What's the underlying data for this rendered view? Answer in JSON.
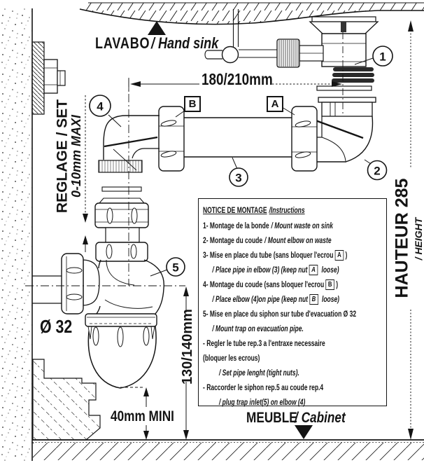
{
  "colors": {
    "ink": "#141414",
    "paper": "#ffffff"
  },
  "top": {
    "sink_label_fr": "LAVABO",
    "sink_label_en": "/ Hand sink"
  },
  "bottom": {
    "cabinet_label_fr": "MEUBLE",
    "cabinet_label_en": "/ Cabinet"
  },
  "dimensions": {
    "width": "180/210mm",
    "height_fr": "HAUTEUR 285",
    "height_en": "/ HEIGHT",
    "outlet_height": "130/140mm",
    "floor_clearance": "40mm MINI",
    "adjust_fr": "REGLAGE / SET",
    "adjust_en": "0-10mm MAXI",
    "pipe_diameter": "Ø 32"
  },
  "callouts": {
    "c1": "1",
    "c2": "2",
    "c3": "3",
    "c4": "4",
    "c5": "5",
    "nut_a": "A",
    "nut_b": "B"
  },
  "instructions": {
    "title_fr": "NOTICE DE MONTAGE",
    "title_en": "/Instructions",
    "step1_fr": "1- Montage de la bonde",
    "step1_en": "/ Mount waste on sink",
    "step2_fr": "2- Montage du coude",
    "step2_en": "/ Mount elbow on waste",
    "step3_fr": "3- Mise en place du tube (sans bloquer l'ecrou",
    "step3_fr_end": ")",
    "step3_en": "/ Place pipe in elbow (3) (keep nut",
    "step3_en_end": "loose)",
    "step4_fr": "4- Montage du coude (sans bloquer l'ecrou",
    "step4_fr_end": ")",
    "step4_en": "/ Place elbow (4)on pipe (keep nut",
    "step4_en_end": "loose)",
    "step5_fr": "5- Mise en place du siphon sur tube d'evacuation Ø 32",
    "step5_en": "/ Mount trap on evacuation pipe.",
    "note1_fr": "- Regler le tube rep.3 a l'entraxe necessaire",
    "note1_fr2": "(bloquer les ecrous)",
    "note1_en": "/ Set pipe lenght (tight nuts).",
    "note2_fr": "- Raccorder le siphon rep.5 au coude rep.4",
    "note2_en": "/ plug trap inlet(5) on elbow (4)",
    "box_a": "A",
    "box_b": "B"
  }
}
